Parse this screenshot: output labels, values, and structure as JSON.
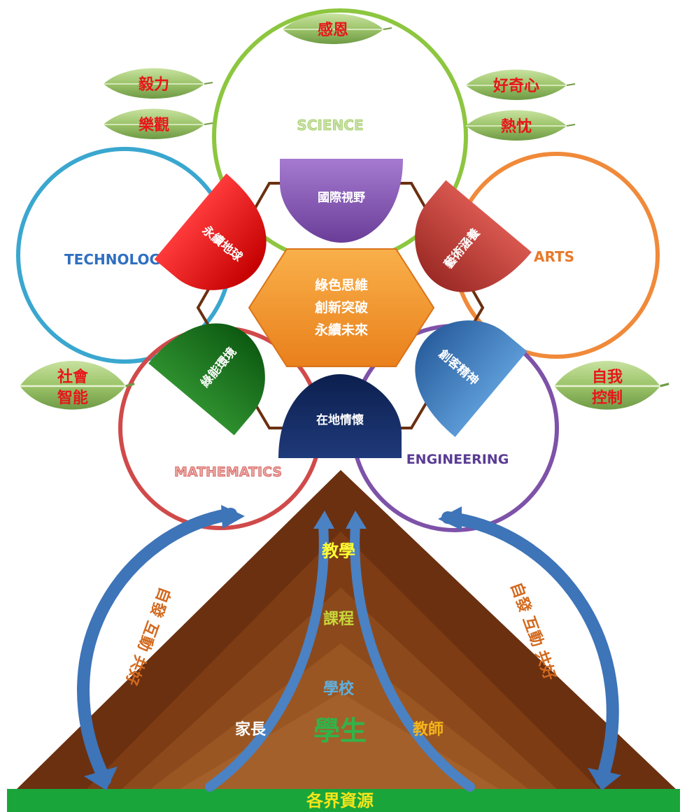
{
  "colors": {
    "science": "#8dc63f",
    "technology": "#3aa7cf",
    "arts": "#f08a3a",
    "mathematics": "#d04a4a",
    "engineering": "#7e52a8",
    "leaf_text": "#e8151b",
    "ground": "#1aa53a",
    "mountain": "#7a3a12"
  },
  "leaves": {
    "gratitude": "感恩",
    "perseverance": "毅力",
    "optimism": "樂觀",
    "curiosity": "好奇心",
    "enthusiasm": "熱忱",
    "social_line1": "社會",
    "social_line2": "智能",
    "self_control_line1": "自我",
    "self_control_line2": "控制"
  },
  "stems": {
    "science": "SCIENCE",
    "technology": "TECHNOLOGY",
    "arts": "ARTS",
    "mathematics": "MATHEMATICS",
    "engineering": "ENGINEERING"
  },
  "petals": {
    "top": "國際視野",
    "top_left": "永續地球",
    "top_right": "藝術涵養",
    "bottom_left": "綠能環境",
    "bottom_right": "創客精神",
    "bottom": "在地情懷"
  },
  "hexagon": {
    "line1": "綠色思維",
    "line2": "創新突破",
    "line3": "永續未來"
  },
  "mountain": {
    "teaching": "教學",
    "curriculum": "課程",
    "school": "學校",
    "parents": "家長",
    "student": "學生",
    "teachers": "教師",
    "resources": "各界資源"
  },
  "side_text": {
    "left": "自發 互動 共好",
    "right": "自發 互動 共好"
  },
  "icons": {
    "leaf": "leaf-icon",
    "arrow": "curved-arrow-icon"
  }
}
